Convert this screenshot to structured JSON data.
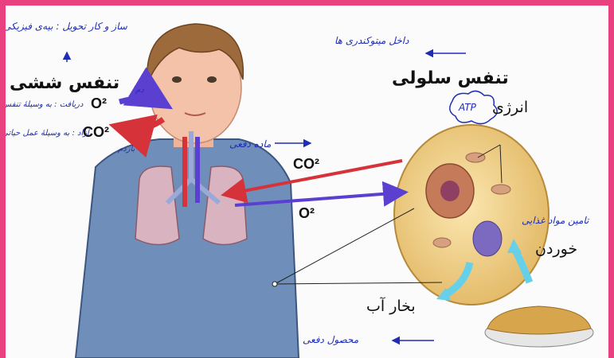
{
  "labels": {
    "lung_breathing": "تنفس ششی",
    "cell_breathing": "تنفس سلولی",
    "energy": "انرژی",
    "eating": "خوردن",
    "water_vapor": "بخار آب",
    "o2_in": "O²",
    "co2_out": "CO²",
    "co2_cell": "CO²",
    "o2_cell": "O²"
  },
  "annotations": {
    "top_left": "ساز و کار تحویل : بیه‌ی فیزیکی",
    "mitochondria": "داخل میتوکندری ها",
    "dam": "دم",
    "received": "دریافت : به وسیلهٔ تنفس",
    "released": "آزاد : به وسیلهٔ عمل حیاتی",
    "bazdam": "بازدم",
    "waste": "ماده دفعی",
    "atp": "ATP",
    "food_supply": "تامین مواد غذایی",
    "waste_product": "محصول دفعی"
  },
  "colors": {
    "frame": "#e9407f",
    "ink": "#1f2db5",
    "o2_arrow": "#5b3fd1",
    "co2_arrow": "#d6323a",
    "shirt": "#6f8fba",
    "cell": "#f1d68a"
  }
}
